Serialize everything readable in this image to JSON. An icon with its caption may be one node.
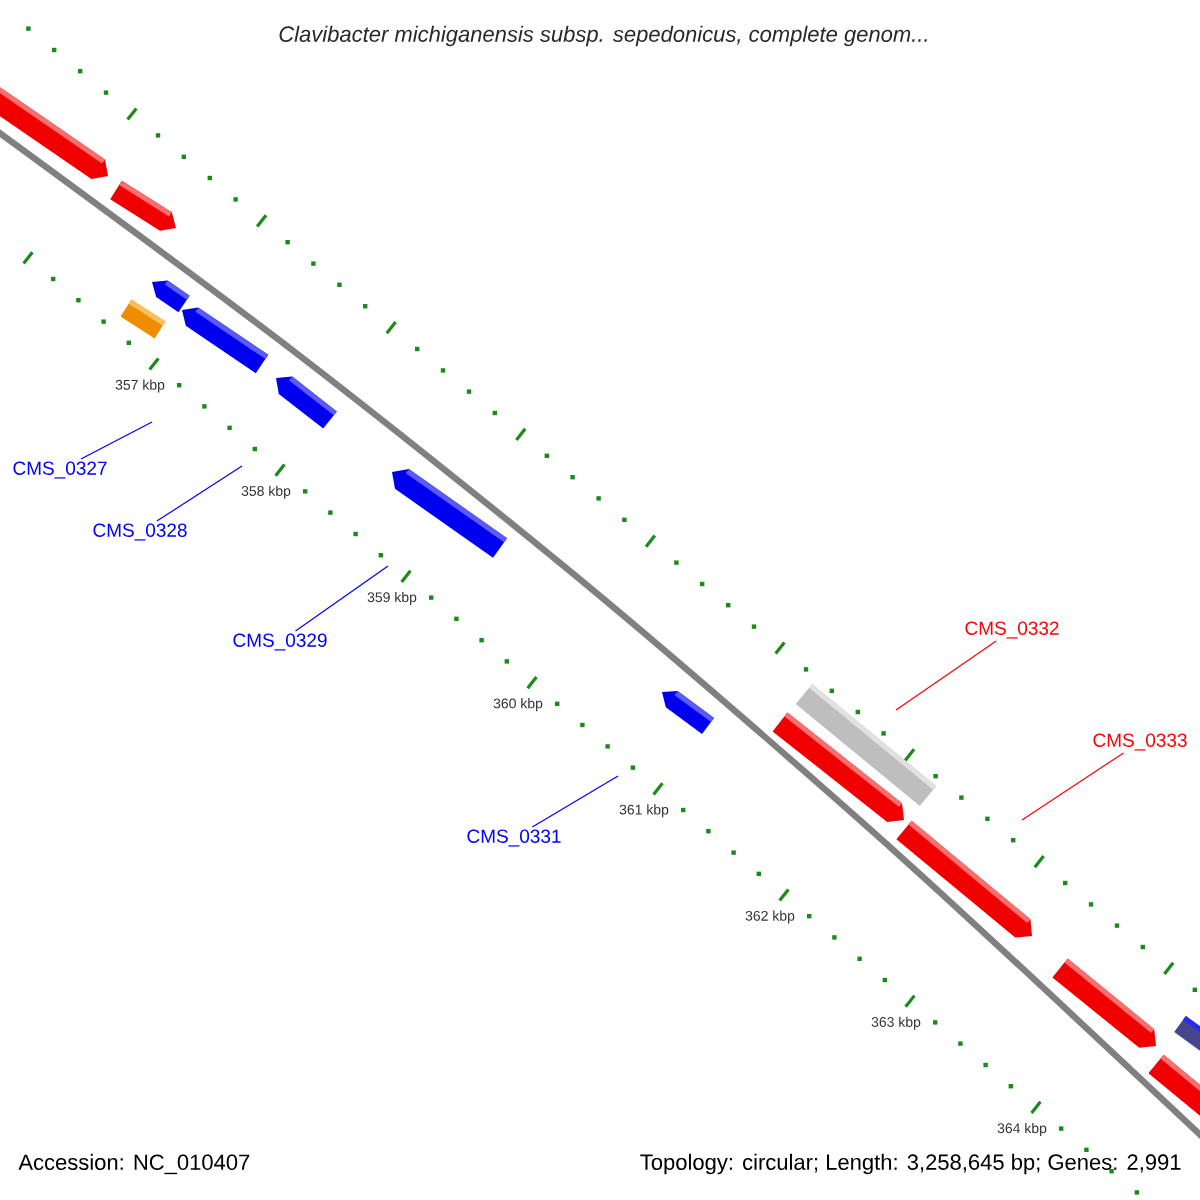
{
  "diagram": {
    "title": "Clavibacter michiganensis subsp. sepedonicus, complete genom...",
    "nodes": [
      {
        "text": [
          "CMS_0327"
        ]
      },
      {
        "text": [
          "CMS_0328"
        ]
      },
      {
        "text": [
          "CMS_0329"
        ]
      },
      {
        "text": [
          "CMS_0331"
        ]
      },
      {
        "text": [
          "CMS_0332"
        ]
      },
      {
        "text": [
          "CMS_0333"
        ]
      }
    ],
    "edges": [
      {
        "from": 0,
        "to": null,
        "arrow": "none"
      },
      {
        "from": 1,
        "to": null,
        "arrow": "none"
      },
      {
        "from": 2,
        "to": null,
        "arrow": "none"
      },
      {
        "from": 3,
        "to": null,
        "arrow": "none"
      },
      {
        "from": 4,
        "to": null,
        "arrow": "none",
        "color": "#ff0000"
      },
      {
        "from": 5,
        "to": null,
        "arrow": "none",
        "color": "#ff0000"
      }
    ],
    "labels": [
      "357 kbp",
      "358 kbp",
      "359 kbp",
      "360 kbp",
      "361 kbp",
      "362 kbp",
      "363 kbp",
      "364 kbp",
      "Accession: NC_010407",
      "Topology: circular; Length: 3,258,645 bp; Genes: 2,991"
    ]
  }
}
